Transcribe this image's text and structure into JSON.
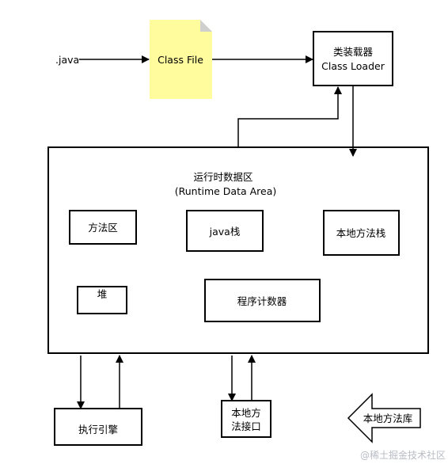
{
  "source_label": ".java",
  "class_file": {
    "label": "Class File",
    "fill": "#fefc9c",
    "fold_fill": "#cfcfcf"
  },
  "class_loader": {
    "line1": "类装载器",
    "line2": "Class Loader"
  },
  "runtime_area": {
    "title_line1": "运行时数据区",
    "title_line2": "(Runtime Data Area)"
  },
  "areas": {
    "method_area": "方法区",
    "java_stack": "java栈",
    "native_method_stack": "本地方法栈",
    "heap": "堆",
    "program_counter": "程序计数器"
  },
  "execution_engine": "执行引擎",
  "native_interface": {
    "line1": "本地方",
    "line2": "法接口"
  },
  "native_library": "本地方法库",
  "watermark": "@稀土掘金技术社区",
  "colors": {
    "stroke": "#000000",
    "text": "#000000",
    "watermark": "#b8bcc4"
  }
}
